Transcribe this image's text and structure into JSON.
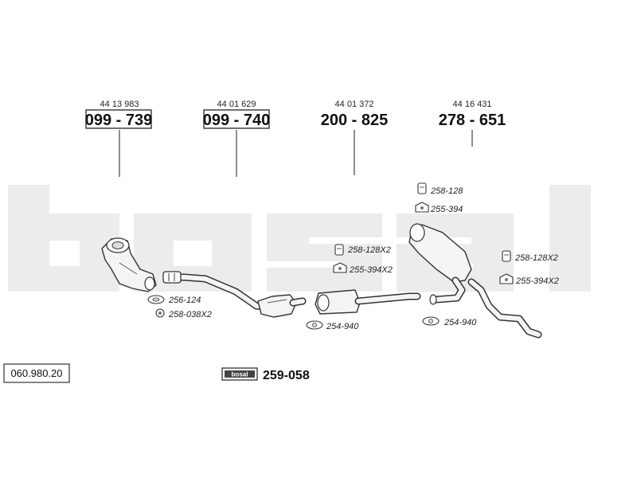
{
  "brand": {
    "watermark": "bosal",
    "badge": "bosal"
  },
  "document": {
    "code": "060.980.20"
  },
  "parts": [
    {
      "ref": "44 13 983",
      "number": "099 - 739",
      "boxed": true
    },
    {
      "ref": "44 01 629",
      "number": "099 - 740",
      "boxed": true
    },
    {
      "ref": "44 01 372",
      "number": "200 - 825",
      "boxed": false
    },
    {
      "ref": "44 16 431",
      "number": "278 - 651",
      "boxed": false
    }
  ],
  "accessories": {
    "a1": "256-124",
    "a2": "258-038X2",
    "a3": "258-128X2",
    "a4": "255-394X2",
    "a5": "254-940",
    "a6": "258-128",
    "a7": "255-394",
    "a8": "258-128X2",
    "a9": "255-394X2",
    "a10": "254-940"
  },
  "kit": {
    "number": "259-058"
  },
  "colors": {
    "watermark": "#ececec",
    "line": "#333333",
    "part_fill": "#f4f4f4"
  }
}
